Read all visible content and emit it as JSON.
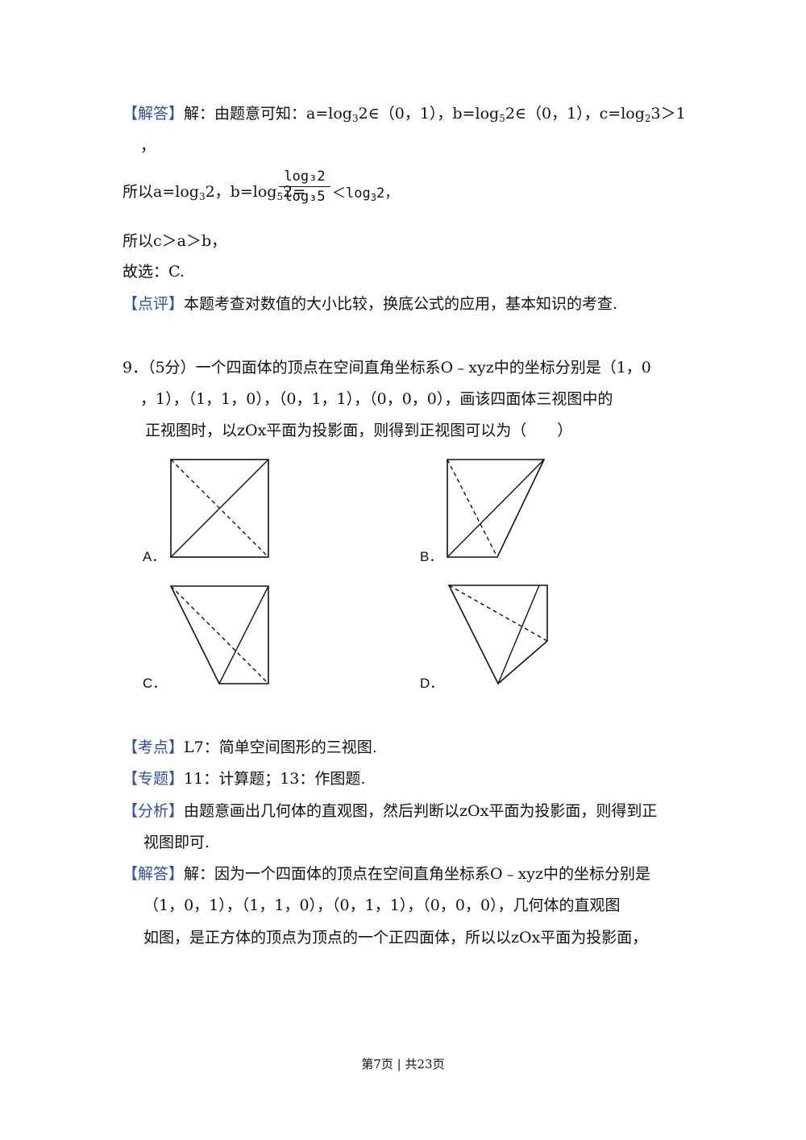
{
  "answer8": {
    "tag": "【解答】",
    "line1": "解：由题意可知：a=log",
    "line1_sub1": "3",
    "line1_b": "2∈（0，1），b=log",
    "line1_sub2": "5",
    "line1_c": "2∈（0，1），c=log",
    "line1_sub3": "2",
    "line1_d": "3＞1",
    "line1_cont": "，",
    "line2_a": "所以a=log",
    "line2_sub1": "3",
    "line2_b": "2，b=log",
    "line2_sub2": "5",
    "line2_c": "2=",
    "frac_num": "log₃2",
    "frac_den": "log₃5",
    "line2_d": "＜log",
    "line2_sub3": "3",
    "line2_e": "2，",
    "line3": "所以c＞a＞b，",
    "line4": "故选：C."
  },
  "review8": {
    "tag": "【点评】",
    "text": "本题考查对数值的大小比较，换底公式的应用，基本知识的考查."
  },
  "question9": {
    "line1": "9．（5分）一个四面体的顶点在空间直角坐标系O﹣xyz中的坐标分别是（1，0",
    "line2": "，1），（1，1，0），（0，1，1），（0，0，0），画该四面体三视图中的",
    "line3": "正视图时，以zOx平面为投影面，则得到正视图可以为（　　）"
  },
  "options": {
    "a": "A．",
    "b": "B．",
    "c": "C．",
    "d": "D．"
  },
  "analysis9": {
    "kaodian_tag": "【考点】",
    "kaodian": "L7：简单空间图形的三视图.",
    "zhuanti_tag": "【专题】",
    "zhuanti": "11：计算题；13：作图题.",
    "fenxi_tag": "【分析】",
    "fenxi1": "由题意画出几何体的直观图，然后判断以zOx平面为投影面，则得到正",
    "fenxi2": "视图即可.",
    "jieda_tag": "【解答】",
    "jieda1": "解：因为一个四面体的顶点在空间直角坐标系O﹣xyz中的坐标分别是",
    "jieda2": "（1，0，1），（1，1，0），（0，1，1），（0，0，0），几何体的直观图",
    "jieda3": "如图，是正方体的顶点为顶点的一个正四面体，所以以zOx平面为投影面，"
  },
  "footer": "第7页 | 共23页"
}
